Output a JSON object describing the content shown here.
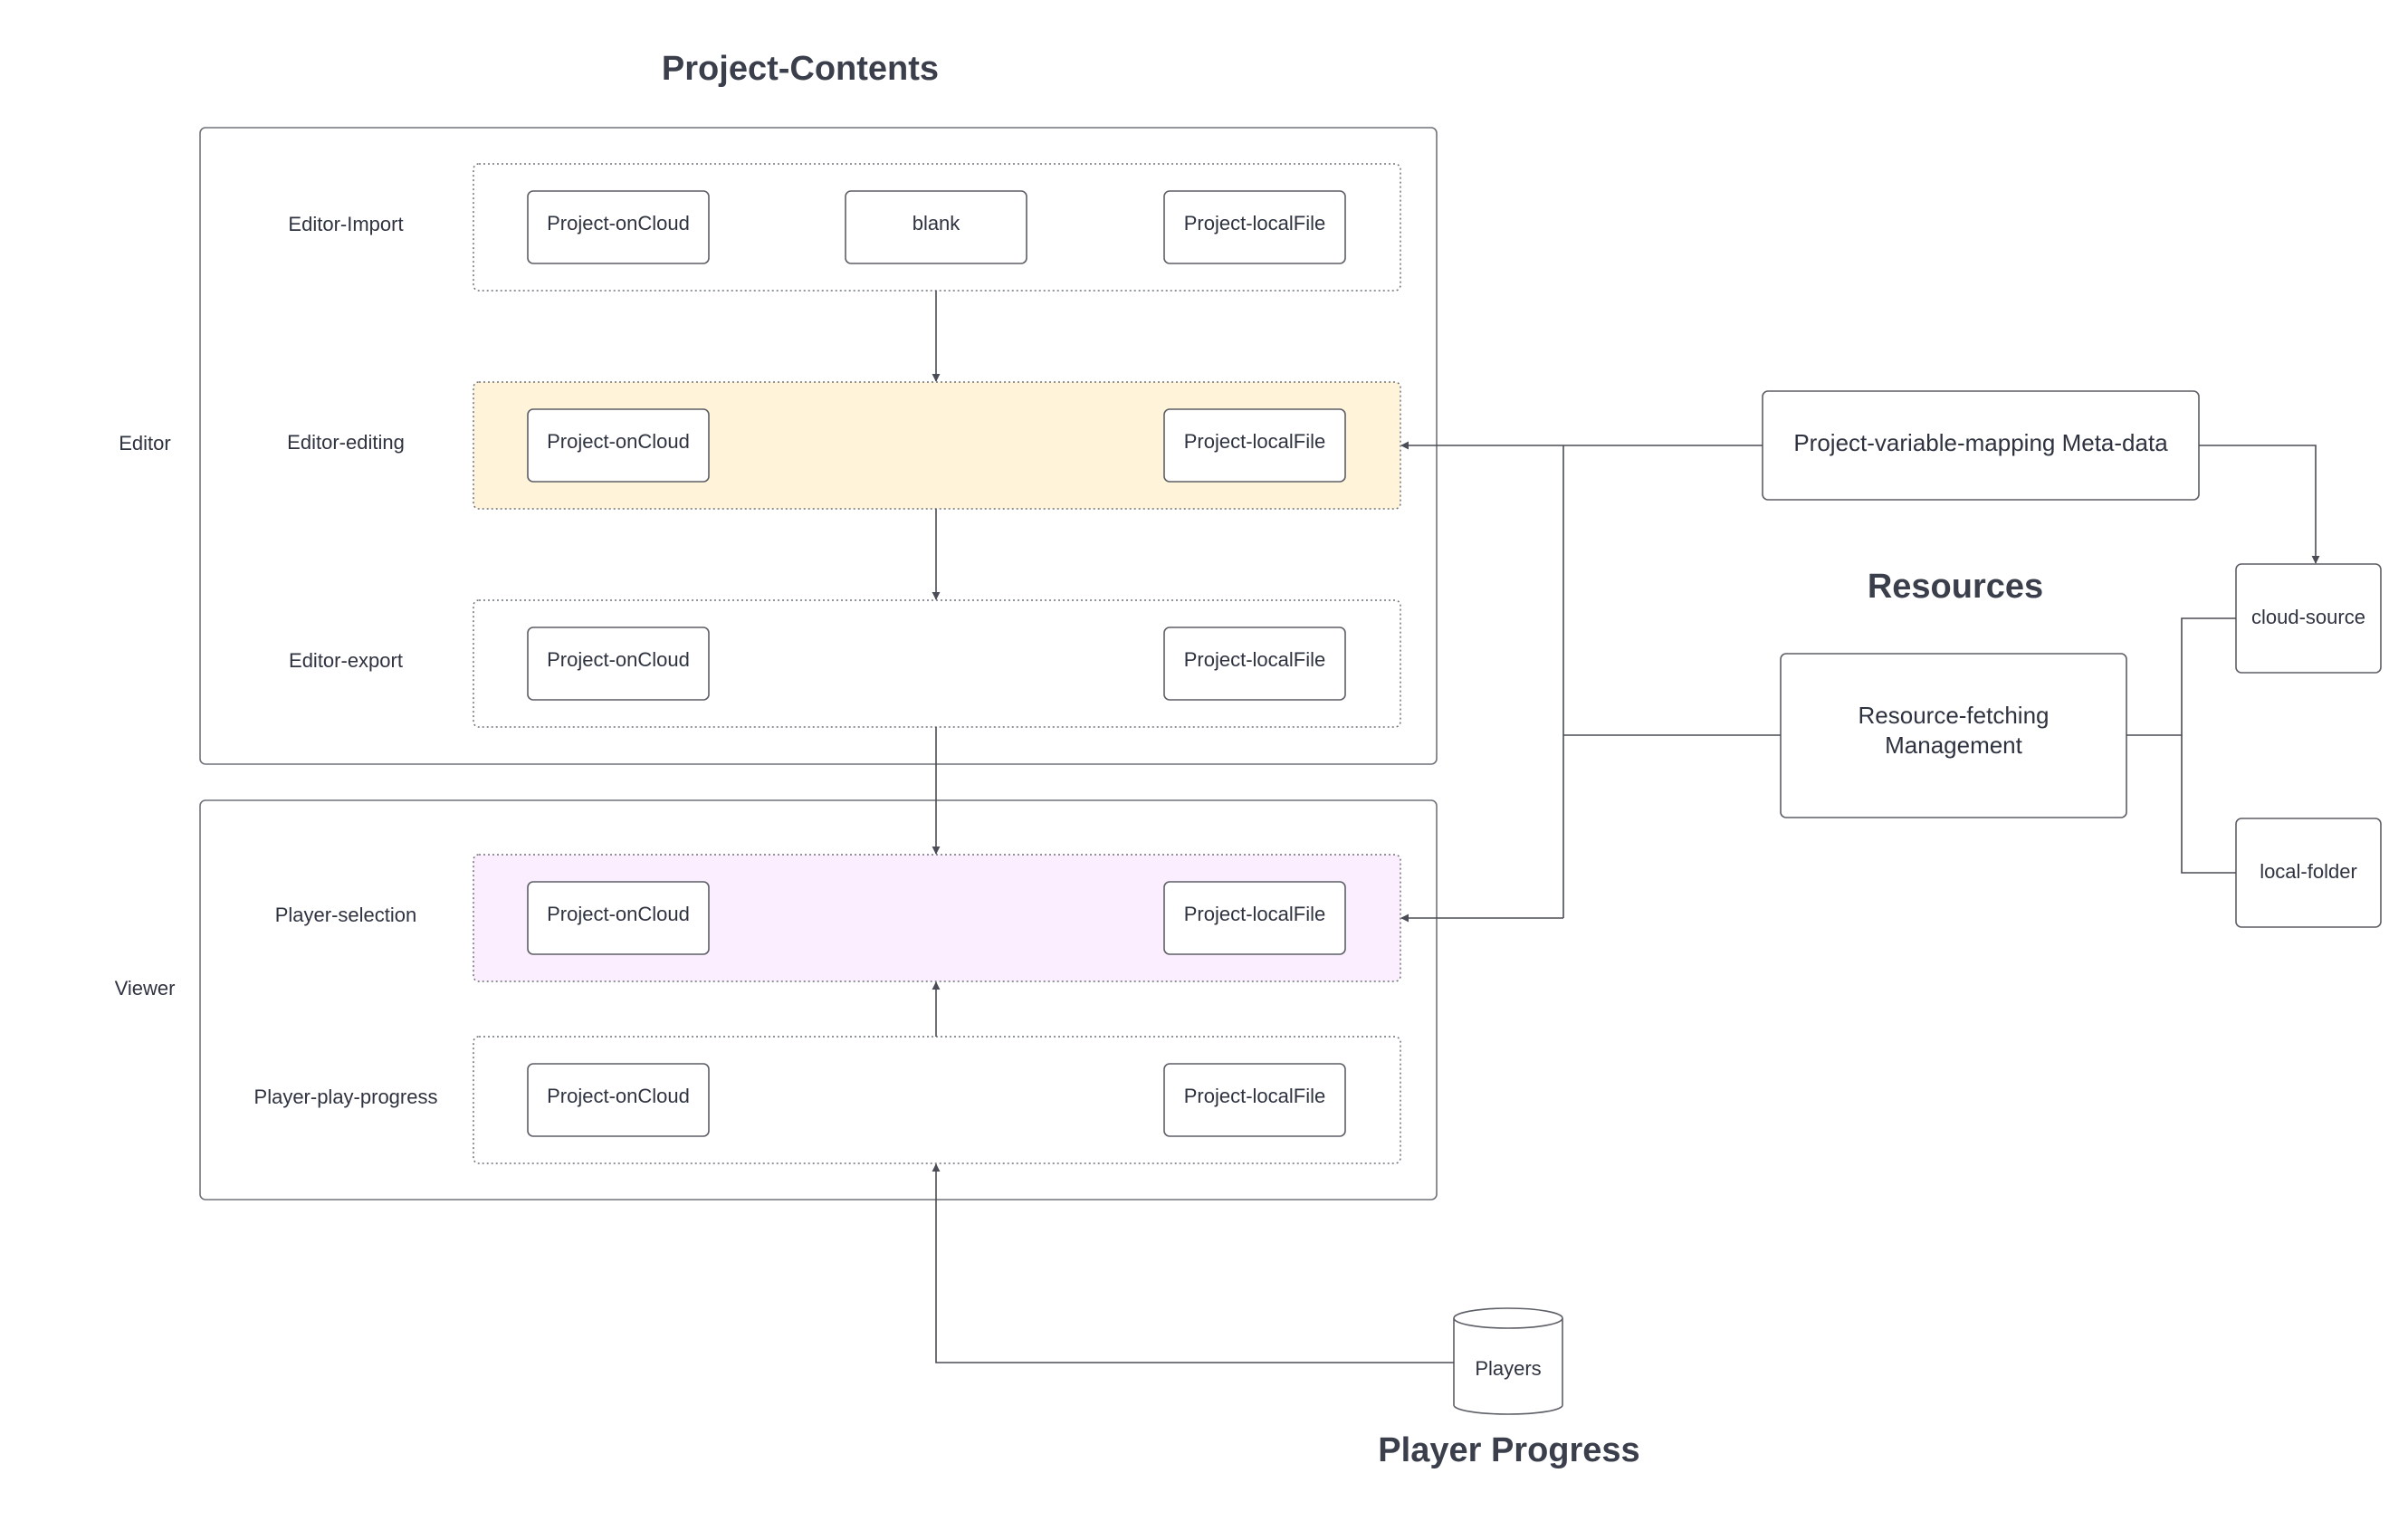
{
  "titles": {
    "project_contents": "Project-Contents",
    "resources": "Resources",
    "player_progress": "Player Progress"
  },
  "groups": {
    "editor": "Editor",
    "viewer": "Viewer"
  },
  "rows": [
    {
      "key": "import",
      "label": "Editor-Import",
      "items": [
        "Project-onCloud",
        "blank",
        "Project-localFile"
      ]
    },
    {
      "key": "editing",
      "label": "Editor-editing",
      "items": [
        "Project-onCloud",
        "Project-localFile"
      ]
    },
    {
      "key": "export",
      "label": "Editor-export",
      "items": [
        "Project-onCloud",
        "Project-localFile"
      ]
    },
    {
      "key": "selection",
      "label": "Player-selection",
      "items": [
        "Project-onCloud",
        "Project-localFile"
      ]
    },
    {
      "key": "progress",
      "label": "Player-play-progress",
      "items": [
        "Project-onCloud",
        "Project-localFile"
      ]
    }
  ],
  "right": {
    "metadata": "Project-variable-mapping Meta-data",
    "fetching_line1": "Resource-fetching",
    "fetching_line2": "Management",
    "cloud_source": "cloud-source",
    "local_folder": "local-folder"
  },
  "database": {
    "label": "Players"
  },
  "colors": {
    "editing_fill": "#fff3da",
    "selection_fill": "#fbeefe",
    "line": "#4a4d55",
    "text": "#2f3340"
  }
}
